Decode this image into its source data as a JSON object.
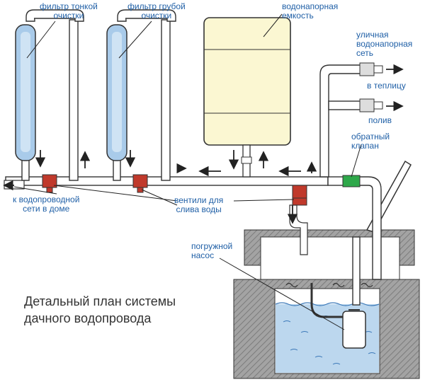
{
  "labels": {
    "fine_filter": [
      "фильтр тонкой",
      "очистки"
    ],
    "coarse_filter": [
      "фильтр грубой",
      "очистки"
    ],
    "tank": [
      "водонапорная",
      "емкость"
    ],
    "street_network": [
      "уличная",
      "водонапорная",
      "сеть"
    ],
    "to_greenhouse": "в теплицу",
    "watering": "полив",
    "check_valve": [
      "обратный",
      "клапан"
    ],
    "house_network": [
      "к водопроводной",
      "сети в доме"
    ],
    "drain_valves": [
      "вентили для",
      "слива воды"
    ],
    "pump": [
      "погружной",
      "насос"
    ]
  },
  "caption": [
    "Детальный план системы",
    "дачного водопровода"
  ],
  "colors": {
    "label": "#1f5fa6",
    "pipe": "#ffffff",
    "outline": "#333333",
    "filter_fill": "#a9cbea",
    "tank_fill": "#fbf7d2",
    "water": "#bcd7ee",
    "concrete": "#9a9a9a",
    "valve_red": "#c0392b",
    "check_valve_green": "#2ea84a"
  }
}
